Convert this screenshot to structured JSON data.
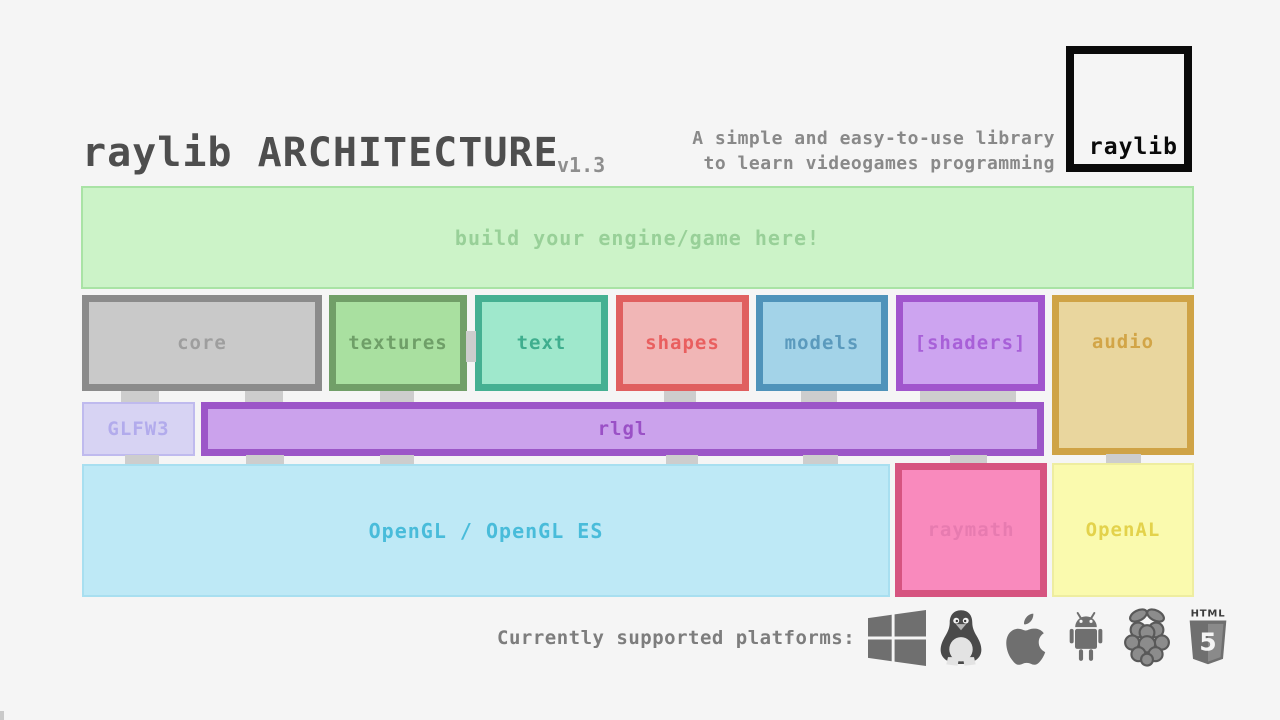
{
  "header": {
    "title": "raylib ARCHITECTURE",
    "version": "v1.3",
    "tagline_line1": "A simple and easy-to-use library",
    "tagline_line2": "to learn videogames programming",
    "logo_label": "raylib"
  },
  "banner": {
    "label": "build your engine/game here!",
    "bg": "#ccf3c8",
    "border": "#a9e3a5",
    "text_color": "#98d098"
  },
  "modules": [
    {
      "label": "core",
      "bg": "#c9c9c9",
      "border": "#8b8b8b",
      "text_color": "#9e9e9e"
    },
    {
      "label": "textures",
      "bg": "#a9e0a0",
      "border": "#719f68",
      "text_color": "#6f9f68"
    },
    {
      "label": "text",
      "bg": "#9fe8cc",
      "border": "#45b092",
      "text_color": "#3fae8e"
    },
    {
      "label": "shapes",
      "bg": "#f1b6b6",
      "border": "#e05f5f",
      "text_color": "#e95f5f"
    },
    {
      "label": "models",
      "bg": "#a3d3e8",
      "border": "#4f93ba",
      "text_color": "#5b9abd"
    },
    {
      "label": "[shaders]",
      "bg": "#cda4f0",
      "border": "#a155cd",
      "text_color": "#a860d8"
    },
    {
      "label": "audio",
      "bg": "#e9d69e",
      "border": "#cfa346",
      "text_color": "#d2a547"
    }
  ],
  "middle": {
    "glfw": {
      "label": "GLFW3",
      "bg": "#d7d3f3",
      "border": "#bfbaee",
      "text_color": "#b2abec"
    },
    "rlgl": {
      "label": "rlgl",
      "bg": "#cba2ec",
      "border": "#9c56c8",
      "text_color": "#9a50c6"
    }
  },
  "bottom": {
    "opengl": {
      "label": "OpenGL / OpenGL ES",
      "bg": "#bee9f6",
      "border": "#a8dff0",
      "text_color": "#49bcda"
    },
    "raymath": {
      "label": "raymath",
      "bg": "#f98abd",
      "border": "#d65480",
      "text_color": "#e77bb0"
    },
    "openal": {
      "label": "OpenAL",
      "bg": "#fafaae",
      "border": "#eeeda0",
      "text_color": "#e3d24b"
    }
  },
  "platforms": {
    "label": "Currently supported platforms:",
    "icons": [
      "windows-icon",
      "linux-icon",
      "apple-icon",
      "android-icon",
      "raspberry-pi-icon",
      "html5-icon"
    ],
    "icon_color": "#6f6f6f"
  },
  "page": {
    "background": "#f5f5f5"
  }
}
